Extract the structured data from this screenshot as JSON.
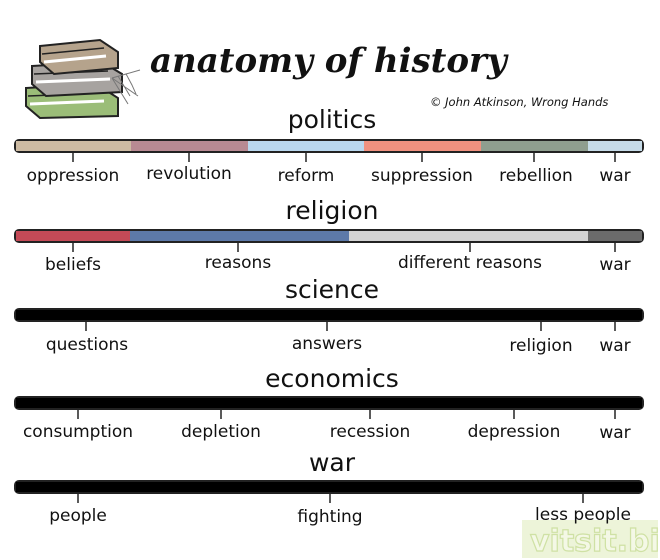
{
  "title": "anatomy of history",
  "credit": "© John Atkinson, Wrong Hands",
  "watermark": "vitsit.biz",
  "timelines": [
    {
      "heading": "politics",
      "segments": [
        {
          "label": "oppression",
          "color": "#cdbba3"
        },
        {
          "label": "revolution",
          "color": "#b88a93"
        },
        {
          "label": "reform",
          "color": "#b9d7ee"
        },
        {
          "label": "suppression",
          "color": "#f0917f"
        },
        {
          "label": "rebellion",
          "color": "#8f9e8f"
        },
        {
          "label": "war",
          "color": "#c6dbe8"
        }
      ]
    },
    {
      "heading": "religion",
      "segments": [
        {
          "label": "beliefs",
          "color": "#a7a7a7"
        },
        {
          "label": "reasons",
          "color": "#f2b3cb"
        },
        {
          "label": "different reasons",
          "color": "#6a5548"
        },
        {
          "label": "war",
          "color": "#c6dbe8"
        }
      ]
    },
    {
      "heading": "science",
      "segments": [
        {
          "label": "questions",
          "color": "#ecd06c"
        },
        {
          "label": "answers",
          "color": "#d3d6ea"
        },
        {
          "label": "religion",
          "color": "#a89886"
        },
        {
          "label": "war",
          "color": "#c6dbe8"
        }
      ]
    },
    {
      "heading": "economics",
      "segments": [
        {
          "label": "consumption",
          "color": "#c44a57"
        },
        {
          "label": "depletion",
          "color": "#5d79a8"
        },
        {
          "label": "recession",
          "color": "#d3d3d3"
        },
        {
          "label": "depression",
          "color": "#6b6b6b"
        },
        {
          "label": "war",
          "color": "#c6dbe8"
        }
      ]
    },
    {
      "heading": "war",
      "segments": [
        {
          "label": "people",
          "color": "#f6c9a0"
        },
        {
          "label": "fighting",
          "color": "#93c070"
        },
        {
          "label": "less people",
          "color": "#f6c9a0"
        }
      ]
    }
  ]
}
